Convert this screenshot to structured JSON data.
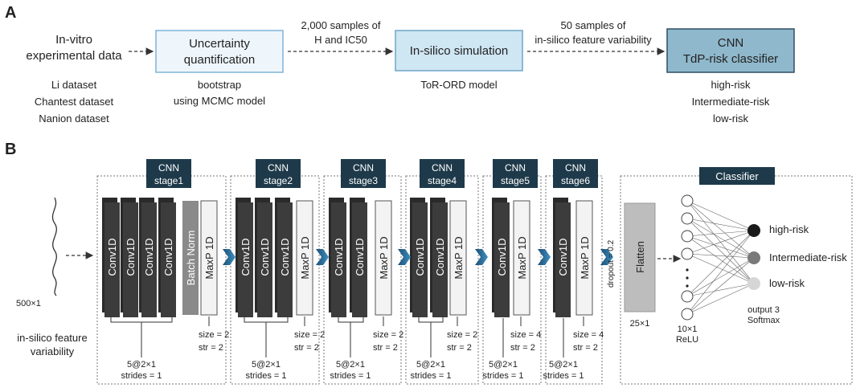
{
  "panelA": {
    "label": "A",
    "input": {
      "line1": "In-vitro",
      "line2": "experimental data"
    },
    "datasets": [
      "Li dataset",
      "Chantest dataset",
      "Nanion dataset"
    ],
    "uq": {
      "line1": "Uncertainty",
      "line2": "quantification",
      "sub1": "bootstrap",
      "sub2": "using MCMC model"
    },
    "arrow1": {
      "line1": "2,000 samples of",
      "line2": "H and IC50"
    },
    "sim": {
      "label": "In-silico simulation",
      "sub": "ToR-ORD model"
    },
    "arrow2": {
      "line1": "50 samples of",
      "line2": "in-silico feature variability"
    },
    "cnn": {
      "line1": "CNN",
      "line2": "TdP-risk classifier",
      "out1": "high-risk",
      "out2": "Intermediate-risk",
      "out3": "low-risk"
    },
    "colors": {
      "uq_fill": "#eef6fc",
      "uq_border": "#7fb3d9",
      "sim_fill": "#cfe6f3",
      "sim_border": "#6fa5c8",
      "cnn_fill": "#8fb8cc",
      "cnn_border": "#2f4f60"
    }
  },
  "panelB": {
    "label": "B",
    "input_size": "500×1",
    "input_label": {
      "line1": "in-silico feature",
      "line2": "variability"
    },
    "stage_word": "CNN",
    "stages": [
      {
        "name": "stage1",
        "conv_count": 4,
        "has_bn": true,
        "pool_size": "size = 2",
        "pool_str": "str = 2"
      },
      {
        "name": "stage2",
        "conv_count": 3,
        "has_bn": false,
        "pool_size": "size = 2",
        "pool_str": "str = 2"
      },
      {
        "name": "stage3",
        "conv_count": 2,
        "has_bn": false,
        "pool_size": "size = 2",
        "pool_str": "str = 2"
      },
      {
        "name": "stage4",
        "conv_count": 2,
        "has_bn": false,
        "pool_size": "size = 2",
        "pool_str": "str = 2"
      },
      {
        "name": "stage5",
        "conv_count": 1,
        "has_bn": false,
        "pool_size": "size = 4",
        "pool_str": "str = 2"
      },
      {
        "name": "stage6",
        "conv_count": 1,
        "has_bn": false,
        "pool_size": "size = 4",
        "pool_str": "str = 2"
      }
    ],
    "conv_label": "Conv1D",
    "bn_label": "Batch Norm",
    "pool_label": "MaxP 1D",
    "kernel": "5@2×1",
    "strides": "strides = 1",
    "dropout": "dropout = 0.2",
    "flatten": "Flatten",
    "flatten_size": "25×1",
    "classifier_title": "Classifier",
    "dense_size": "10×1",
    "dense_act": "ReLU",
    "output_size": "output 3",
    "output_act": "Softmax",
    "outputs": [
      "high-risk",
      "Intermediate-risk",
      "low-risk"
    ],
    "output_colors": [
      "#1a1a1a",
      "#7a7a7a",
      "#d6d6d6"
    ],
    "colors": {
      "stage_tag": "#1e3a4a",
      "conv": "#3c3c3c",
      "bn": "#8a8a8a",
      "flatten": "#bdbdbd",
      "arrow": "#2e6f98"
    }
  }
}
